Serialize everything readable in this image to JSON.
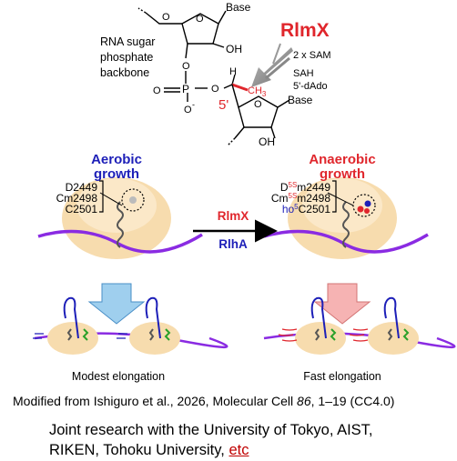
{
  "chem": {
    "base_top": "Base",
    "oh_top": "OH",
    "base_bottom": "Base",
    "oh_bottom": "OH",
    "backbone_label": [
      "RNA sugar",
      "phosphate",
      "backbone"
    ],
    "enzyme": "RlmX",
    "sam": "2 x SAM",
    "sah": "SAH",
    "dado": "5'-dAdo",
    "carbon_label": "5'",
    "methyl": "CH",
    "methyl_sub": "3",
    "h_atom": "H",
    "o_atoms": [
      "O",
      "O",
      "O",
      "O",
      "O",
      "O"
    ],
    "p_atom": "P",
    "o_minus": "O",
    "neg": "-"
  },
  "aerobic": {
    "title_line1": "Aerobic",
    "title_line2": "growth",
    "mods": [
      "D2449",
      "Cm2498",
      "C2501"
    ],
    "caption": "Modest elongation"
  },
  "anaerobic": {
    "title_line1": "Anaerobic",
    "title_line2": "growth",
    "mod1_pre": "D",
    "mod1_sup": "5S",
    "mod1_post": "m2449",
    "mod2_pre": "Cm",
    "mod2_sup": "5S",
    "mod2_post": "m2498",
    "mod3_pre": "ho",
    "mod3_sup": "5",
    "mod3_post": "C2501",
    "caption": "Fast elongation"
  },
  "transition": {
    "enzyme1": "RlmX",
    "enzyme2": "RlhA"
  },
  "footer": {
    "caption": "Modified from Ishiguro et al., 2026, Molecular Cell",
    "journal_vol": "86",
    "caption_tail": ", 1–19 (CC4.0)",
    "credit_line1": "Joint research with the University of Tokyo, AIST,",
    "credit_line2_pre": "RIKEN, Tohoku University, ",
    "credit_line2_link": "etc"
  },
  "colors": {
    "red": "#e0262c",
    "blue": "#1d1fb8",
    "ribosome": "#f7dcae",
    "mrna": "#8a2be2",
    "arrow_blue": "#9fcfee",
    "arrow_pink": "#f6b3b3"
  }
}
